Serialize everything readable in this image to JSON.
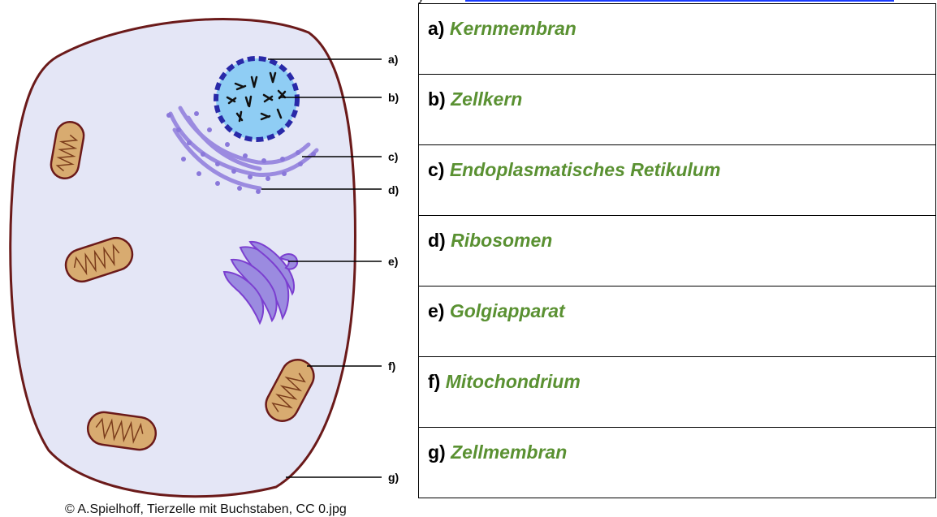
{
  "labels": [
    "a)",
    "b)",
    "c)",
    "d)",
    "e)",
    "f)",
    "g)"
  ],
  "answers": [
    {
      "letter": "a)",
      "term": "Kernmembran"
    },
    {
      "letter": "b)",
      "term": "Zellkern"
    },
    {
      "letter": "c)",
      "term": "Endoplasmatisches Retikulum"
    },
    {
      "letter": "d)",
      "term": "Ribosomen"
    },
    {
      "letter": "e)",
      "term": "Golgiapparat"
    },
    {
      "letter": "f)",
      "term": "Mitochondrium"
    },
    {
      "letter": "g)",
      "term": "Zellmembran"
    }
  ],
  "credit": "© A.Spielhoff, Tierzelle mit Buchstaben, CC 0.jpg",
  "colors": {
    "cytoplasm": "#e4e6f6",
    "membrane": "#6b1a1a",
    "nucleus": "#8fcdf4",
    "nuclear_envelope": "#2929a8",
    "er": "#9b8be0",
    "golgi": "#9b8be0",
    "mitochondrion": "#d8ab70",
    "answer_text": "#5a9132"
  }
}
